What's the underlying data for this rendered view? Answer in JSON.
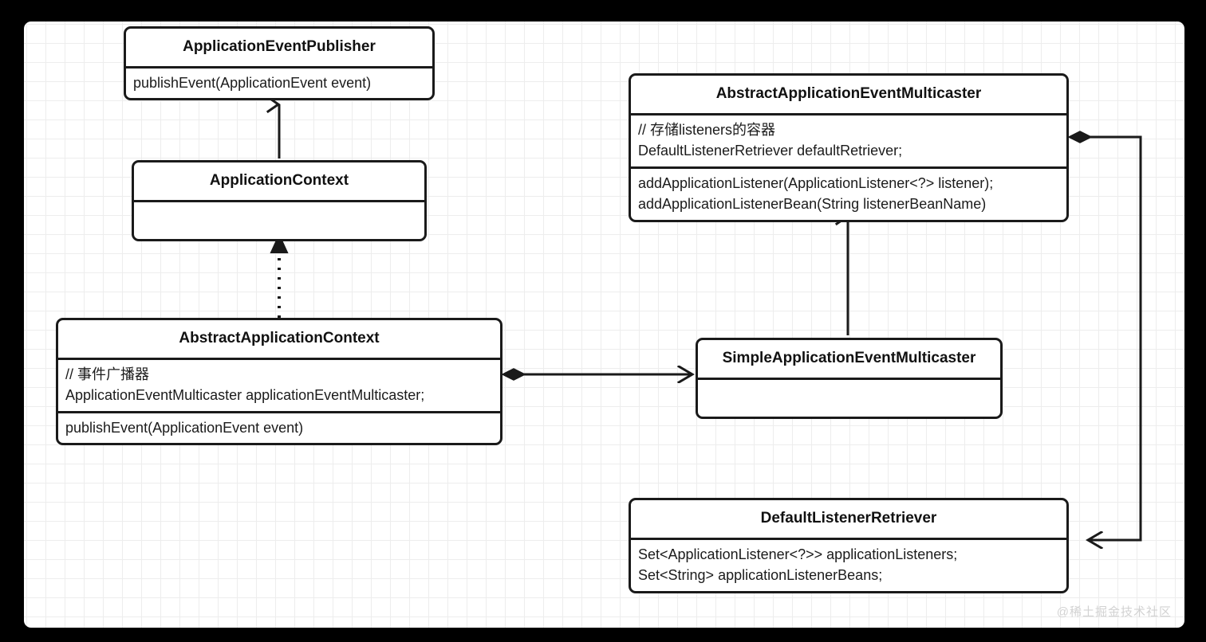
{
  "diagram": {
    "type": "uml-class-diagram",
    "background_color": "#000000",
    "canvas_color": "#ffffff",
    "grid_color": "#ededed",
    "line_color": "#1a1a1a",
    "watermark": "@稀土掘金技术社区",
    "classes": [
      {
        "id": "application-event-publisher",
        "name": "ApplicationEventPublisher",
        "attributes": [],
        "methods": [
          "publishEvent(ApplicationEvent event)"
        ]
      },
      {
        "id": "application-context",
        "name": "ApplicationContext",
        "attributes": [],
        "methods": []
      },
      {
        "id": "abstract-application-context",
        "name": "AbstractApplicationContext",
        "attributes": [
          "// 事件广播器",
          "ApplicationEventMulticaster applicationEventMulticaster;"
        ],
        "methods": [
          "publishEvent(ApplicationEvent event)"
        ]
      },
      {
        "id": "abstract-application-event-multicaster",
        "name": "AbstractApplicationEventMulticaster",
        "attributes": [
          "// 存储listeners的容器",
          "DefaultListenerRetriever defaultRetriever;"
        ],
        "methods": [
          "addApplicationListener(ApplicationListener<?> listener);",
          "addApplicationListenerBean(String listenerBeanName)"
        ]
      },
      {
        "id": "simple-application-event-multicaster",
        "name": "SimpleApplicationEventMulticaster",
        "attributes": [],
        "methods": []
      },
      {
        "id": "default-listener-retriever",
        "name": "DefaultListenerRetriever",
        "attributes": [
          "Set<ApplicationListener<?>> applicationListeners;",
          "Set<String> applicationListenerBeans;"
        ],
        "methods": []
      }
    ],
    "relations": [
      {
        "id": "ctx-implements-publisher",
        "kind": "generalization",
        "style": "solid",
        "from": "application-context",
        "to": "application-event-publisher"
      },
      {
        "id": "abstractctx-realizes-ctx",
        "kind": "realization",
        "style": "dotted",
        "from": "abstract-application-context",
        "to": "application-context"
      },
      {
        "id": "abstractctx-composes-multicaster",
        "kind": "composition",
        "style": "solid",
        "from": "abstract-application-context",
        "to": "simple-application-event-multicaster"
      },
      {
        "id": "simple-extends-abstract-multicaster",
        "kind": "generalization",
        "style": "solid",
        "from": "simple-application-event-multicaster",
        "to": "abstract-application-event-multicaster"
      },
      {
        "id": "abstract-multicaster-composes-retriever",
        "kind": "composition",
        "style": "solid",
        "from": "abstract-application-event-multicaster",
        "to": "default-listener-retriever"
      }
    ]
  }
}
